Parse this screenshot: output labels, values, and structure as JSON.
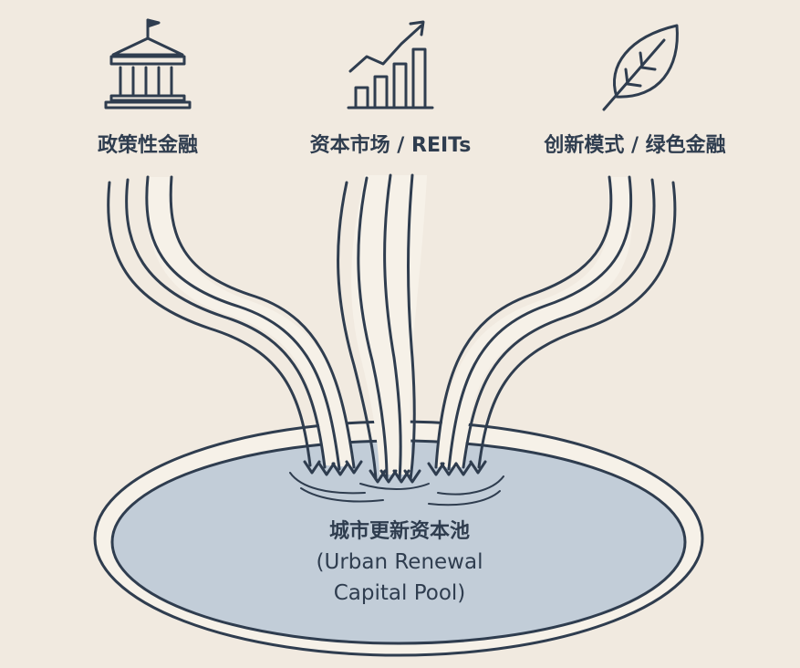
{
  "sources": [
    {
      "label": "政策性金融",
      "icon": "government-building-icon"
    },
    {
      "label": "资本市场 / REITs",
      "icon": "growth-chart-icon"
    },
    {
      "label": "创新模式 / 绿色金融",
      "icon": "leaf-icon"
    }
  ],
  "pool": {
    "title": "城市更新资本池",
    "subtitle_line1": "(Urban Renewal",
    "subtitle_line2": "Capital Pool)"
  },
  "colors": {
    "background": "#f1eae0",
    "ink": "#2f3d4f",
    "pool_fill": "#c2cdd8",
    "pool_rim": "#f6f1e8",
    "stream_fill": "#f6f1e8"
  }
}
